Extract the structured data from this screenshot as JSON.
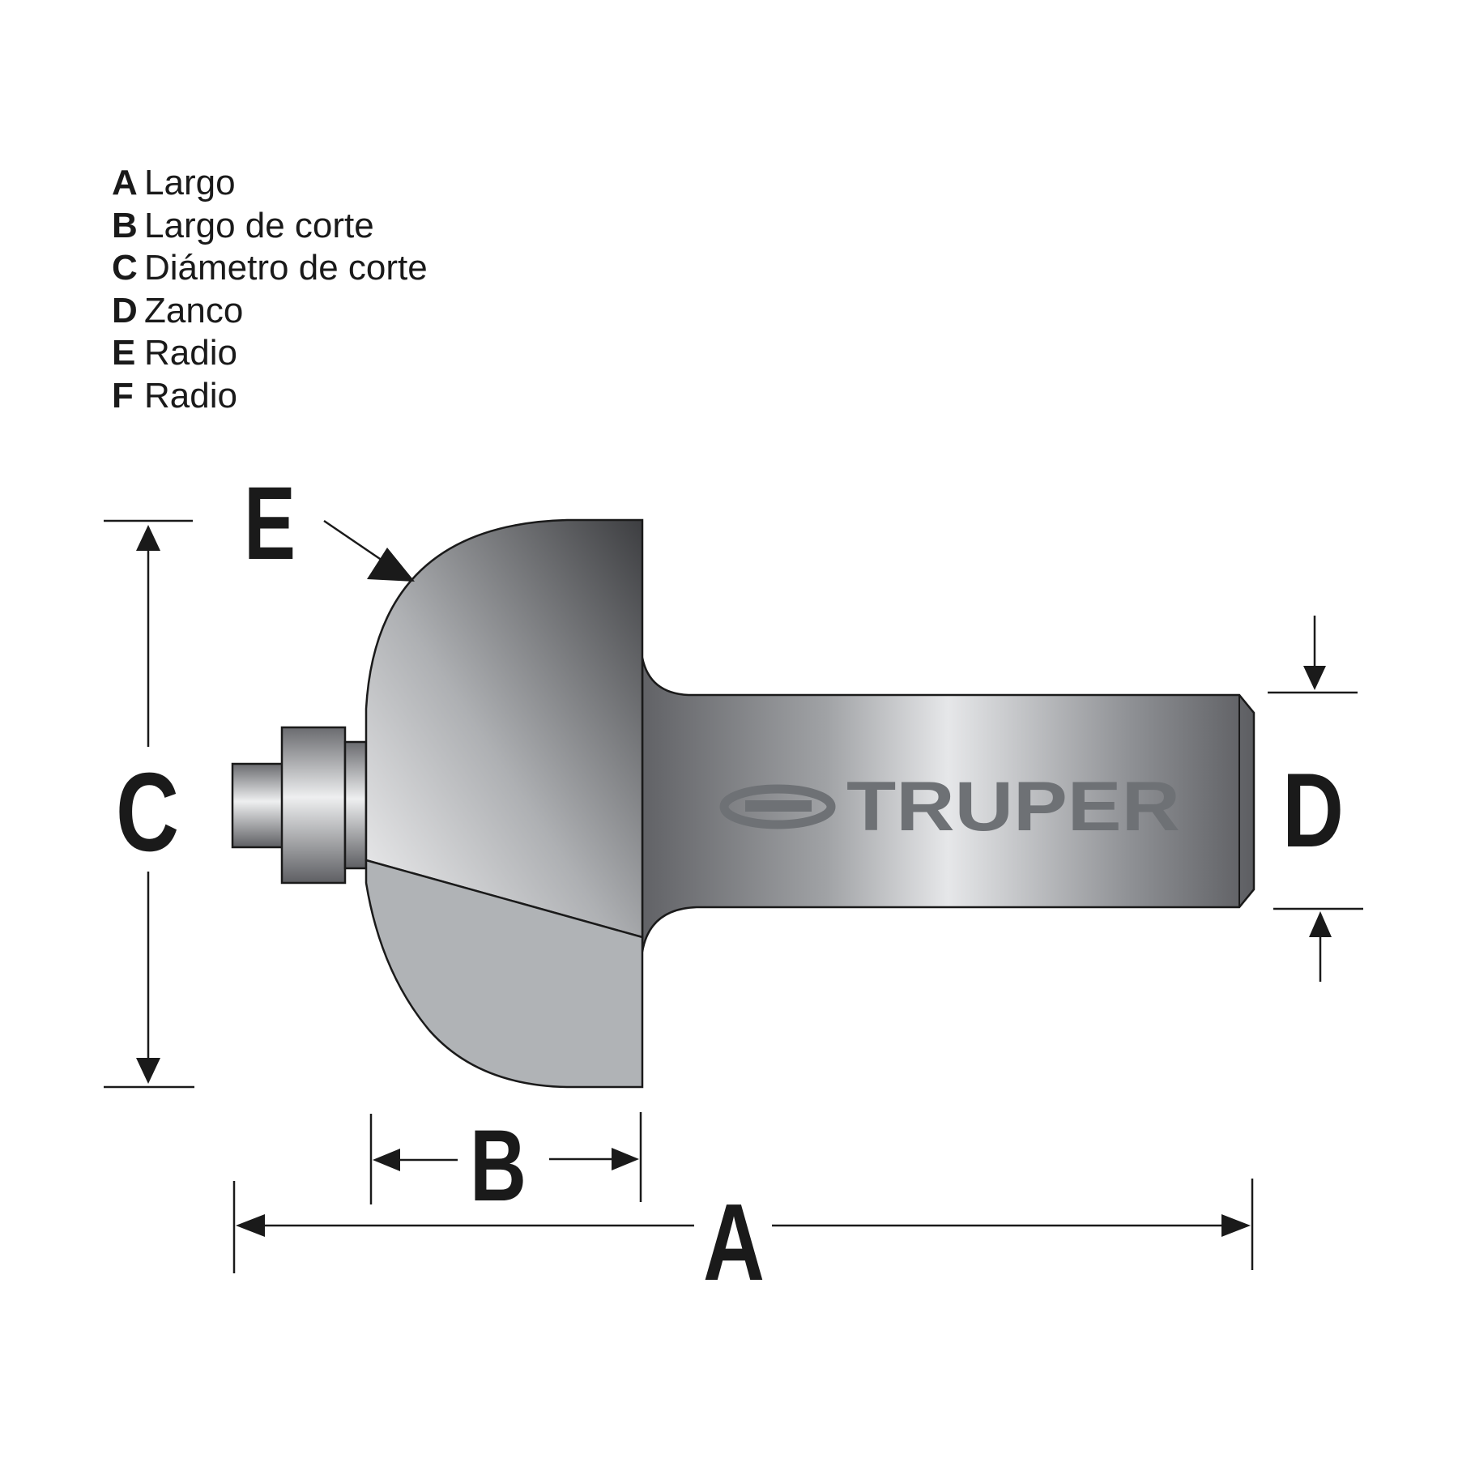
{
  "legend": [
    {
      "key": "A",
      "label": "Largo"
    },
    {
      "key": "B",
      "label": "Largo de corte"
    },
    {
      "key": "C",
      "label": "Diámetro de corte"
    },
    {
      "key": "D",
      "label": "Zanco"
    },
    {
      "key": "E",
      "label": "Radio"
    },
    {
      "key": "F",
      "label": "Radio"
    }
  ],
  "dimension_labels": {
    "a": "A",
    "b": "B",
    "c": "C",
    "d": "D",
    "e": "E"
  },
  "brand": {
    "name": "TRUPER",
    "logo_icon": "truper-logo-icon"
  },
  "colors": {
    "ink": "#1a1a1a",
    "steel_dark": "#3e3f42",
    "steel_light": "#e6e7e9",
    "carbide": "#b0b3b6",
    "logo": "#6e7175"
  }
}
